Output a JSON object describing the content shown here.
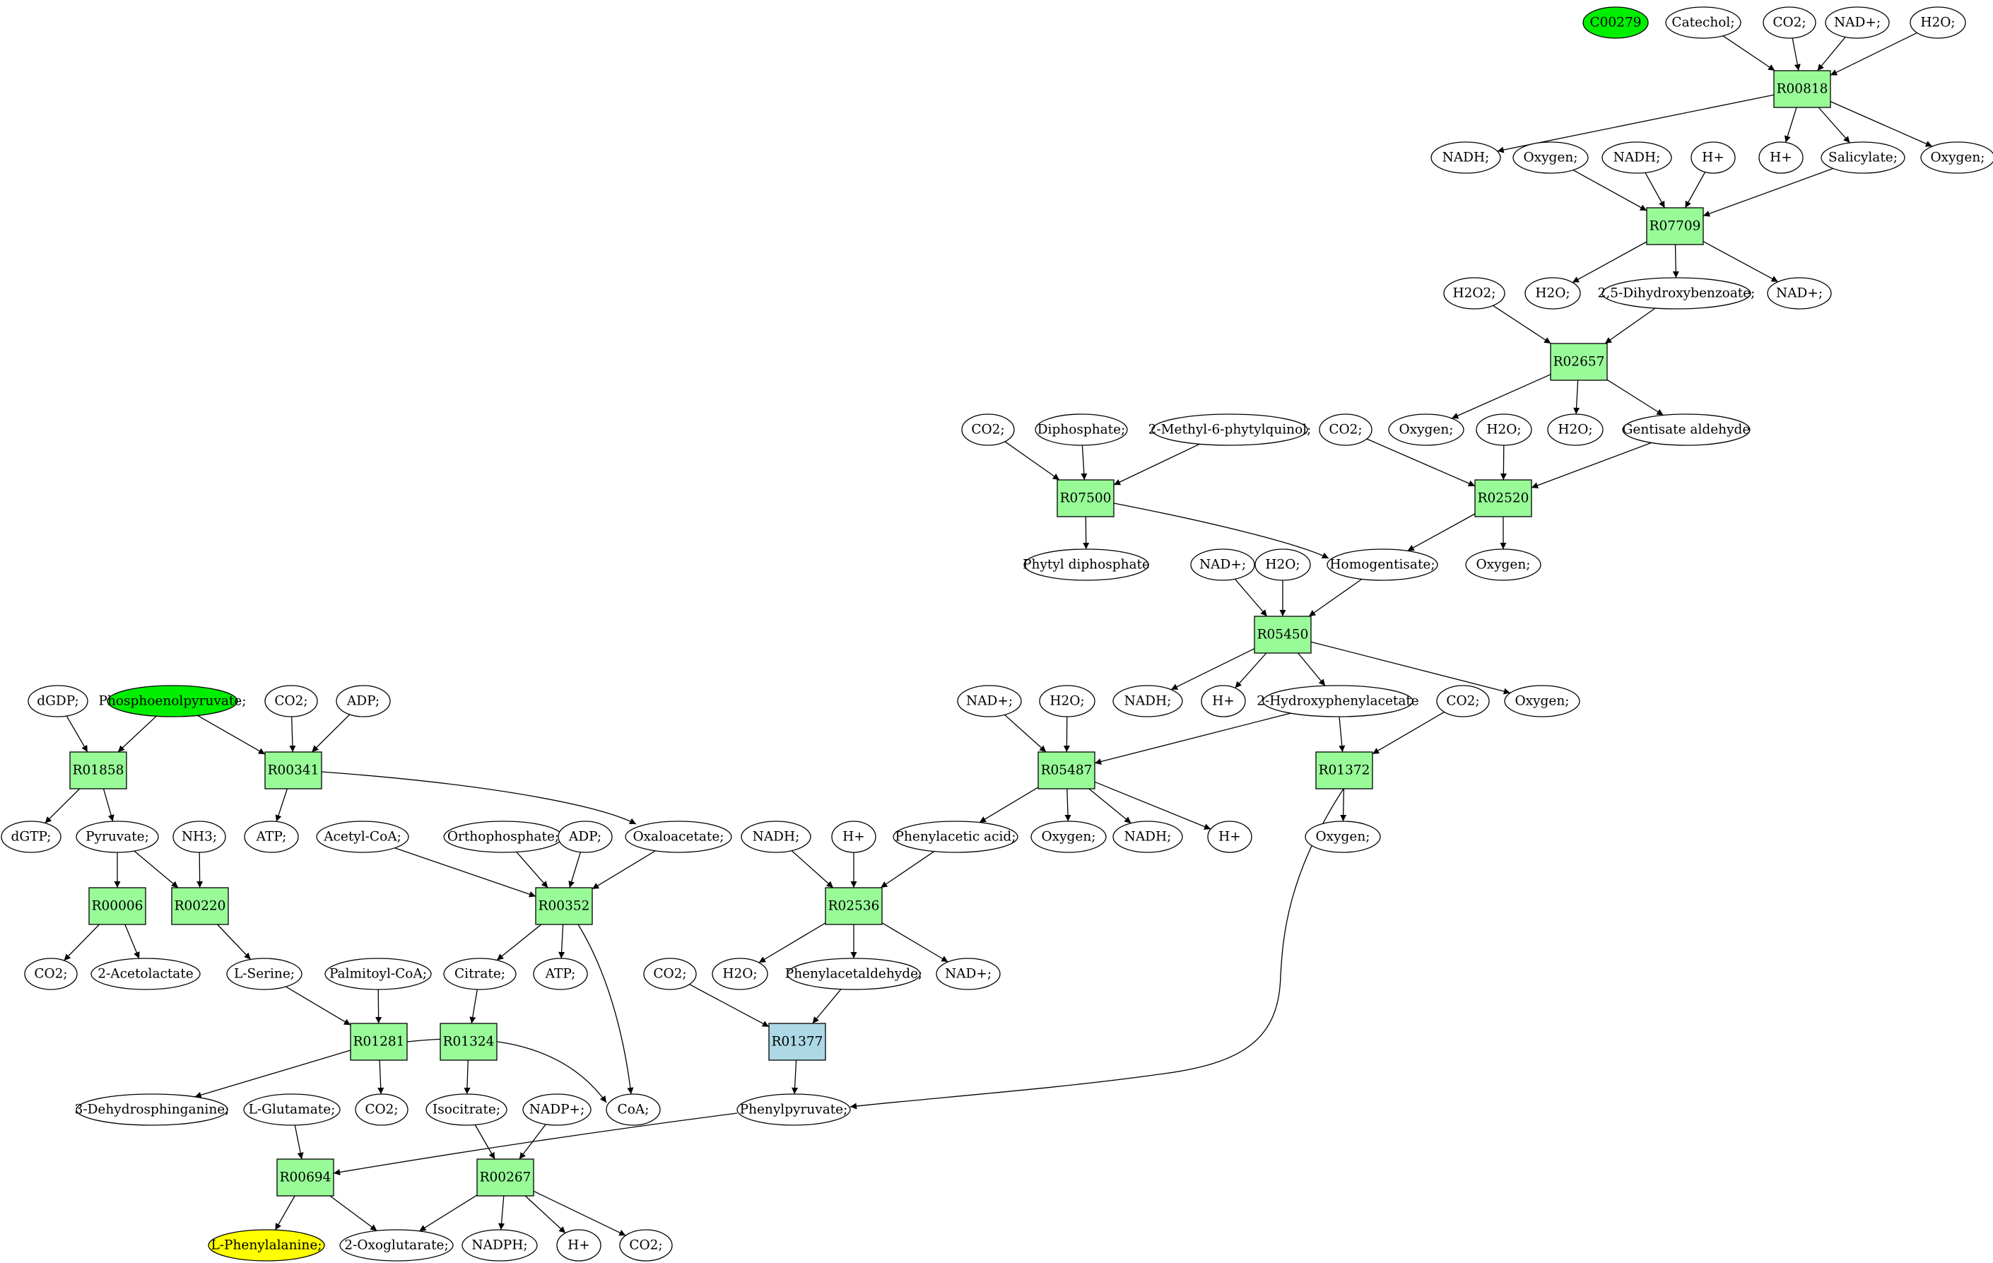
{
  "colors": {
    "reaction_fill": "#98fb98",
    "start_fill": "#00ee00",
    "target_fill": "#ffff00",
    "highlight_reaction_fill": "#add8e6",
    "compound_fill": "#ffffff",
    "stroke": "#000000"
  },
  "nodes": [
    {
      "id": "C00279",
      "label": "C00279",
      "kind": "start"
    },
    {
      "id": "catechol",
      "label": "Catechol;",
      "kind": "compound"
    },
    {
      "id": "co2_a",
      "label": "CO2;",
      "kind": "compound"
    },
    {
      "id": "nadp_a",
      "label": "NAD+;",
      "kind": "compound"
    },
    {
      "id": "h2o_a",
      "label": "H2O;",
      "kind": "compound"
    },
    {
      "id": "R00818",
      "label": "R00818",
      "kind": "reaction"
    },
    {
      "id": "nadh_a",
      "label": "NADH;",
      "kind": "compound"
    },
    {
      "id": "oxygen_a",
      "label": "Oxygen;",
      "kind": "compound"
    },
    {
      "id": "nadh_b",
      "label": "NADH;",
      "kind": "compound"
    },
    {
      "id": "hplus_a",
      "label": "H+",
      "kind": "compound"
    },
    {
      "id": "hplus_b",
      "label": "H+",
      "kind": "compound"
    },
    {
      "id": "salicylate",
      "label": "Salicylate;",
      "kind": "compound"
    },
    {
      "id": "oxygen_b",
      "label": "Oxygen;",
      "kind": "compound"
    },
    {
      "id": "R07709",
      "label": "R07709",
      "kind": "reaction"
    },
    {
      "id": "h2o2",
      "label": "H2O2;",
      "kind": "compound"
    },
    {
      "id": "h2o_b",
      "label": "H2O;",
      "kind": "compound"
    },
    {
      "id": "dhb",
      "label": "2,5-Dihydroxybenzoate;",
      "kind": "compound"
    },
    {
      "id": "nadp_b",
      "label": "NAD+;",
      "kind": "compound"
    },
    {
      "id": "R02657",
      "label": "R02657",
      "kind": "reaction"
    },
    {
      "id": "co2_b",
      "label": "CO2;",
      "kind": "compound"
    },
    {
      "id": "diphosphate",
      "label": "Diphosphate;",
      "kind": "compound"
    },
    {
      "id": "mpq",
      "label": "2-Methyl-6-phytylquinol;",
      "kind": "compound"
    },
    {
      "id": "co2_c",
      "label": "CO2;",
      "kind": "compound"
    },
    {
      "id": "oxygen_c",
      "label": "Oxygen;",
      "kind": "compound"
    },
    {
      "id": "h2o_c",
      "label": "H2O;",
      "kind": "compound"
    },
    {
      "id": "h2o_d",
      "label": "H2O;",
      "kind": "compound"
    },
    {
      "id": "gentisate",
      "label": "Gentisate aldehyde",
      "kind": "compound"
    },
    {
      "id": "R07500",
      "label": "R07500",
      "kind": "reaction"
    },
    {
      "id": "R02520",
      "label": "R02520",
      "kind": "reaction"
    },
    {
      "id": "phytyl",
      "label": "Phytyl diphosphate",
      "kind": "compound"
    },
    {
      "id": "nadp_c",
      "label": "NAD+;",
      "kind": "compound"
    },
    {
      "id": "h2o_e",
      "label": "H2O;",
      "kind": "compound"
    },
    {
      "id": "homogentisate",
      "label": "Homogentisate;",
      "kind": "compound"
    },
    {
      "id": "oxygen_d",
      "label": "Oxygen;",
      "kind": "compound"
    },
    {
      "id": "R05450",
      "label": "R05450",
      "kind": "reaction"
    },
    {
      "id": "nadh_c",
      "label": "NADH;",
      "kind": "compound"
    },
    {
      "id": "hplus_c",
      "label": "H+",
      "kind": "compound"
    },
    {
      "id": "hpa",
      "label": "2-Hydroxyphenylacetate",
      "kind": "compound"
    },
    {
      "id": "oxygen_e",
      "label": "Oxygen;",
      "kind": "compound"
    },
    {
      "id": "nadp_d",
      "label": "NAD+;",
      "kind": "compound"
    },
    {
      "id": "h2o_f",
      "label": "H2O;",
      "kind": "compound"
    },
    {
      "id": "co2_d",
      "label": "CO2;",
      "kind": "compound"
    },
    {
      "id": "R05487",
      "label": "R05487",
      "kind": "reaction"
    },
    {
      "id": "R01372",
      "label": "R01372",
      "kind": "reaction"
    },
    {
      "id": "nadh_d",
      "label": "NADH;",
      "kind": "compound"
    },
    {
      "id": "hplus_d",
      "label": "H+",
      "kind": "compound"
    },
    {
      "id": "paa",
      "label": "Phenylacetic acid;",
      "kind": "compound"
    },
    {
      "id": "oxygen_f",
      "label": "Oxygen;",
      "kind": "compound"
    },
    {
      "id": "nadh_e",
      "label": "NADH;",
      "kind": "compound"
    },
    {
      "id": "hplus_e",
      "label": "H+",
      "kind": "compound"
    },
    {
      "id": "oxygen_g",
      "label": "Oxygen;",
      "kind": "compound"
    },
    {
      "id": "R02536",
      "label": "R02536",
      "kind": "reaction"
    },
    {
      "id": "co2_e",
      "label": "CO2;",
      "kind": "compound"
    },
    {
      "id": "h2o_g",
      "label": "H2O;",
      "kind": "compound"
    },
    {
      "id": "phenylacetaldehyde",
      "label": "Phenylacetaldehyde;",
      "kind": "compound"
    },
    {
      "id": "nadp_e",
      "label": "NAD+;",
      "kind": "compound"
    },
    {
      "id": "R01377",
      "label": "R01377",
      "kind": "highlight"
    },
    {
      "id": "phenylpyruvate",
      "label": "Phenylpyruvate;",
      "kind": "compound"
    },
    {
      "id": "dgdp",
      "label": "dGDP;",
      "kind": "compound"
    },
    {
      "id": "pep",
      "label": "Phosphoenolpyruvate;",
      "kind": "start"
    },
    {
      "id": "co2_f",
      "label": "CO2;",
      "kind": "compound"
    },
    {
      "id": "adp_a",
      "label": "ADP;",
      "kind": "compound"
    },
    {
      "id": "R01858",
      "label": "R01858",
      "kind": "reaction"
    },
    {
      "id": "R00341",
      "label": "R00341",
      "kind": "reaction"
    },
    {
      "id": "dgtp",
      "label": "dGTP;",
      "kind": "compound"
    },
    {
      "id": "pyruvate",
      "label": "Pyruvate;",
      "kind": "compound"
    },
    {
      "id": "nh3",
      "label": "NH3;",
      "kind": "compound"
    },
    {
      "id": "atp_a",
      "label": "ATP;",
      "kind": "compound"
    },
    {
      "id": "acetylcoa",
      "label": "Acetyl-CoA;",
      "kind": "compound"
    },
    {
      "id": "orthophosphate",
      "label": "Orthophosphate;",
      "kind": "compound"
    },
    {
      "id": "adp_b",
      "label": "ADP;",
      "kind": "compound"
    },
    {
      "id": "oxaloacetate",
      "label": "Oxaloacetate;",
      "kind": "compound"
    },
    {
      "id": "R00006",
      "label": "R00006",
      "kind": "reaction"
    },
    {
      "id": "R00220",
      "label": "R00220",
      "kind": "reaction"
    },
    {
      "id": "R00352",
      "label": "R00352",
      "kind": "reaction"
    },
    {
      "id": "co2_g",
      "label": "CO2;",
      "kind": "compound"
    },
    {
      "id": "acetolactate",
      "label": "2-Acetolactate",
      "kind": "compound"
    },
    {
      "id": "serine",
      "label": "L-Serine;",
      "kind": "compound"
    },
    {
      "id": "palmitoylcoa",
      "label": "Palmitoyl-CoA;",
      "kind": "compound"
    },
    {
      "id": "citrate",
      "label": "Citrate;",
      "kind": "compound"
    },
    {
      "id": "atp_b",
      "label": "ATP;",
      "kind": "compound"
    },
    {
      "id": "R01281",
      "label": "R01281",
      "kind": "reaction"
    },
    {
      "id": "R01324",
      "label": "R01324",
      "kind": "reaction"
    },
    {
      "id": "dehydrosphinganine",
      "label": "3-Dehydrosphinganine;",
      "kind": "compound"
    },
    {
      "id": "co2_h",
      "label": "CO2;",
      "kind": "compound"
    },
    {
      "id": "coa",
      "label": "CoA;",
      "kind": "compound"
    },
    {
      "id": "glutamate",
      "label": "L-Glutamate;",
      "kind": "compound"
    },
    {
      "id": "isocitrate",
      "label": "Isocitrate;",
      "kind": "compound"
    },
    {
      "id": "nadpplus",
      "label": "NADP+;",
      "kind": "compound"
    },
    {
      "id": "R00694",
      "label": "R00694",
      "kind": "reaction"
    },
    {
      "id": "R00267",
      "label": "R00267",
      "kind": "reaction"
    },
    {
      "id": "phenylalanine",
      "label": "L-Phenylalanine;",
      "kind": "target"
    },
    {
      "id": "oxoglutarate",
      "label": "2-Oxoglutarate;",
      "kind": "compound"
    },
    {
      "id": "nadph",
      "label": "NADPH;",
      "kind": "compound"
    },
    {
      "id": "hplus_f",
      "label": "H+",
      "kind": "compound"
    },
    {
      "id": "co2_i",
      "label": "CO2;",
      "kind": "compound"
    }
  ],
  "edges": [
    [
      "catechol",
      "R00818"
    ],
    [
      "co2_a",
      "R00818"
    ],
    [
      "nadp_a",
      "R00818"
    ],
    [
      "h2o_a",
      "R00818"
    ],
    [
      "R00818",
      "nadh_a"
    ],
    [
      "R00818",
      "hplus_b"
    ],
    [
      "R00818",
      "salicylate"
    ],
    [
      "R00818",
      "oxygen_b"
    ],
    [
      "oxygen_a",
      "R07709"
    ],
    [
      "nadh_b",
      "R07709"
    ],
    [
      "hplus_a",
      "R07709"
    ],
    [
      "salicylate",
      "R07709"
    ],
    [
      "R07709",
      "h2o_b"
    ],
    [
      "R07709",
      "dhb"
    ],
    [
      "R07709",
      "nadp_b"
    ],
    [
      "h2o2",
      "R02657"
    ],
    [
      "dhb",
      "R02657"
    ],
    [
      "R02657",
      "oxygen_c"
    ],
    [
      "R02657",
      "h2o_d"
    ],
    [
      "R02657",
      "gentisate"
    ],
    [
      "co2_b",
      "R07500"
    ],
    [
      "diphosphate",
      "R07500"
    ],
    [
      "mpq",
      "R07500"
    ],
    [
      "R07500",
      "phytyl"
    ],
    [
      "R07500",
      "homogentisate"
    ],
    [
      "co2_c",
      "R02520"
    ],
    [
      "h2o_c",
      "R02520"
    ],
    [
      "gentisate",
      "R02520"
    ],
    [
      "R02520",
      "homogentisate"
    ],
    [
      "R02520",
      "oxygen_d"
    ],
    [
      "nadp_c",
      "R05450"
    ],
    [
      "h2o_e",
      "R05450"
    ],
    [
      "homogentisate",
      "R05450"
    ],
    [
      "R05450",
      "nadh_c"
    ],
    [
      "R05450",
      "hplus_c"
    ],
    [
      "R05450",
      "hpa"
    ],
    [
      "R05450",
      "oxygen_e"
    ],
    [
      "nadp_d",
      "R05487"
    ],
    [
      "h2o_f",
      "R05487"
    ],
    [
      "hpa",
      "R05487"
    ],
    [
      "R05487",
      "paa"
    ],
    [
      "R05487",
      "oxygen_f"
    ],
    [
      "R05487",
      "nadh_e"
    ],
    [
      "R05487",
      "hplus_e"
    ],
    [
      "hpa",
      "R01372"
    ],
    [
      "co2_d",
      "R01372"
    ],
    [
      "R01372",
      "oxygen_g"
    ],
    [
      "R01372",
      "phenylpyruvate"
    ],
    [
      "nadh_d",
      "R02536"
    ],
    [
      "hplus_d",
      "R02536"
    ],
    [
      "paa",
      "R02536"
    ],
    [
      "R02536",
      "h2o_g"
    ],
    [
      "R02536",
      "phenylacetaldehyde"
    ],
    [
      "R02536",
      "nadp_e"
    ],
    [
      "co2_e",
      "R01377"
    ],
    [
      "phenylacetaldehyde",
      "R01377"
    ],
    [
      "R01377",
      "phenylpyruvate"
    ],
    [
      "dgdp",
      "R01858"
    ],
    [
      "pep",
      "R01858"
    ],
    [
      "pep",
      "R00341"
    ],
    [
      "co2_f",
      "R00341"
    ],
    [
      "adp_a",
      "R00341"
    ],
    [
      "R01858",
      "dgtp"
    ],
    [
      "R01858",
      "pyruvate"
    ],
    [
      "R00341",
      "atp_a"
    ],
    [
      "R00341",
      "oxaloacetate"
    ],
    [
      "pyruvate",
      "R00006"
    ],
    [
      "pyruvate",
      "R00220"
    ],
    [
      "nh3",
      "R00220"
    ],
    [
      "R00006",
      "co2_g"
    ],
    [
      "R00006",
      "acetolactate"
    ],
    [
      "R00220",
      "serine"
    ],
    [
      "acetylcoa",
      "R00352"
    ],
    [
      "orthophosphate",
      "R00352"
    ],
    [
      "adp_b",
      "R00352"
    ],
    [
      "oxaloacetate",
      "R00352"
    ],
    [
      "R00352",
      "citrate"
    ],
    [
      "R00352",
      "atp_b"
    ],
    [
      "R00352",
      "coa"
    ],
    [
      "serine",
      "R01281"
    ],
    [
      "palmitoylcoa",
      "R01281"
    ],
    [
      "R01281",
      "dehydrosphinganine"
    ],
    [
      "R01281",
      "co2_h"
    ],
    [
      "R01281",
      "coa"
    ],
    [
      "citrate",
      "R01324"
    ],
    [
      "R01324",
      "isocitrate"
    ],
    [
      "glutamate",
      "R00694"
    ],
    [
      "phenylpyruvate",
      "R00694"
    ],
    [
      "R00694",
      "phenylalanine"
    ],
    [
      "R00694",
      "oxoglutarate"
    ],
    [
      "isocitrate",
      "R00267"
    ],
    [
      "nadpplus",
      "R00267"
    ],
    [
      "R00267",
      "oxoglutarate"
    ],
    [
      "R00267",
      "nadph"
    ],
    [
      "R00267",
      "hplus_f"
    ],
    [
      "R00267",
      "co2_i"
    ]
  ]
}
